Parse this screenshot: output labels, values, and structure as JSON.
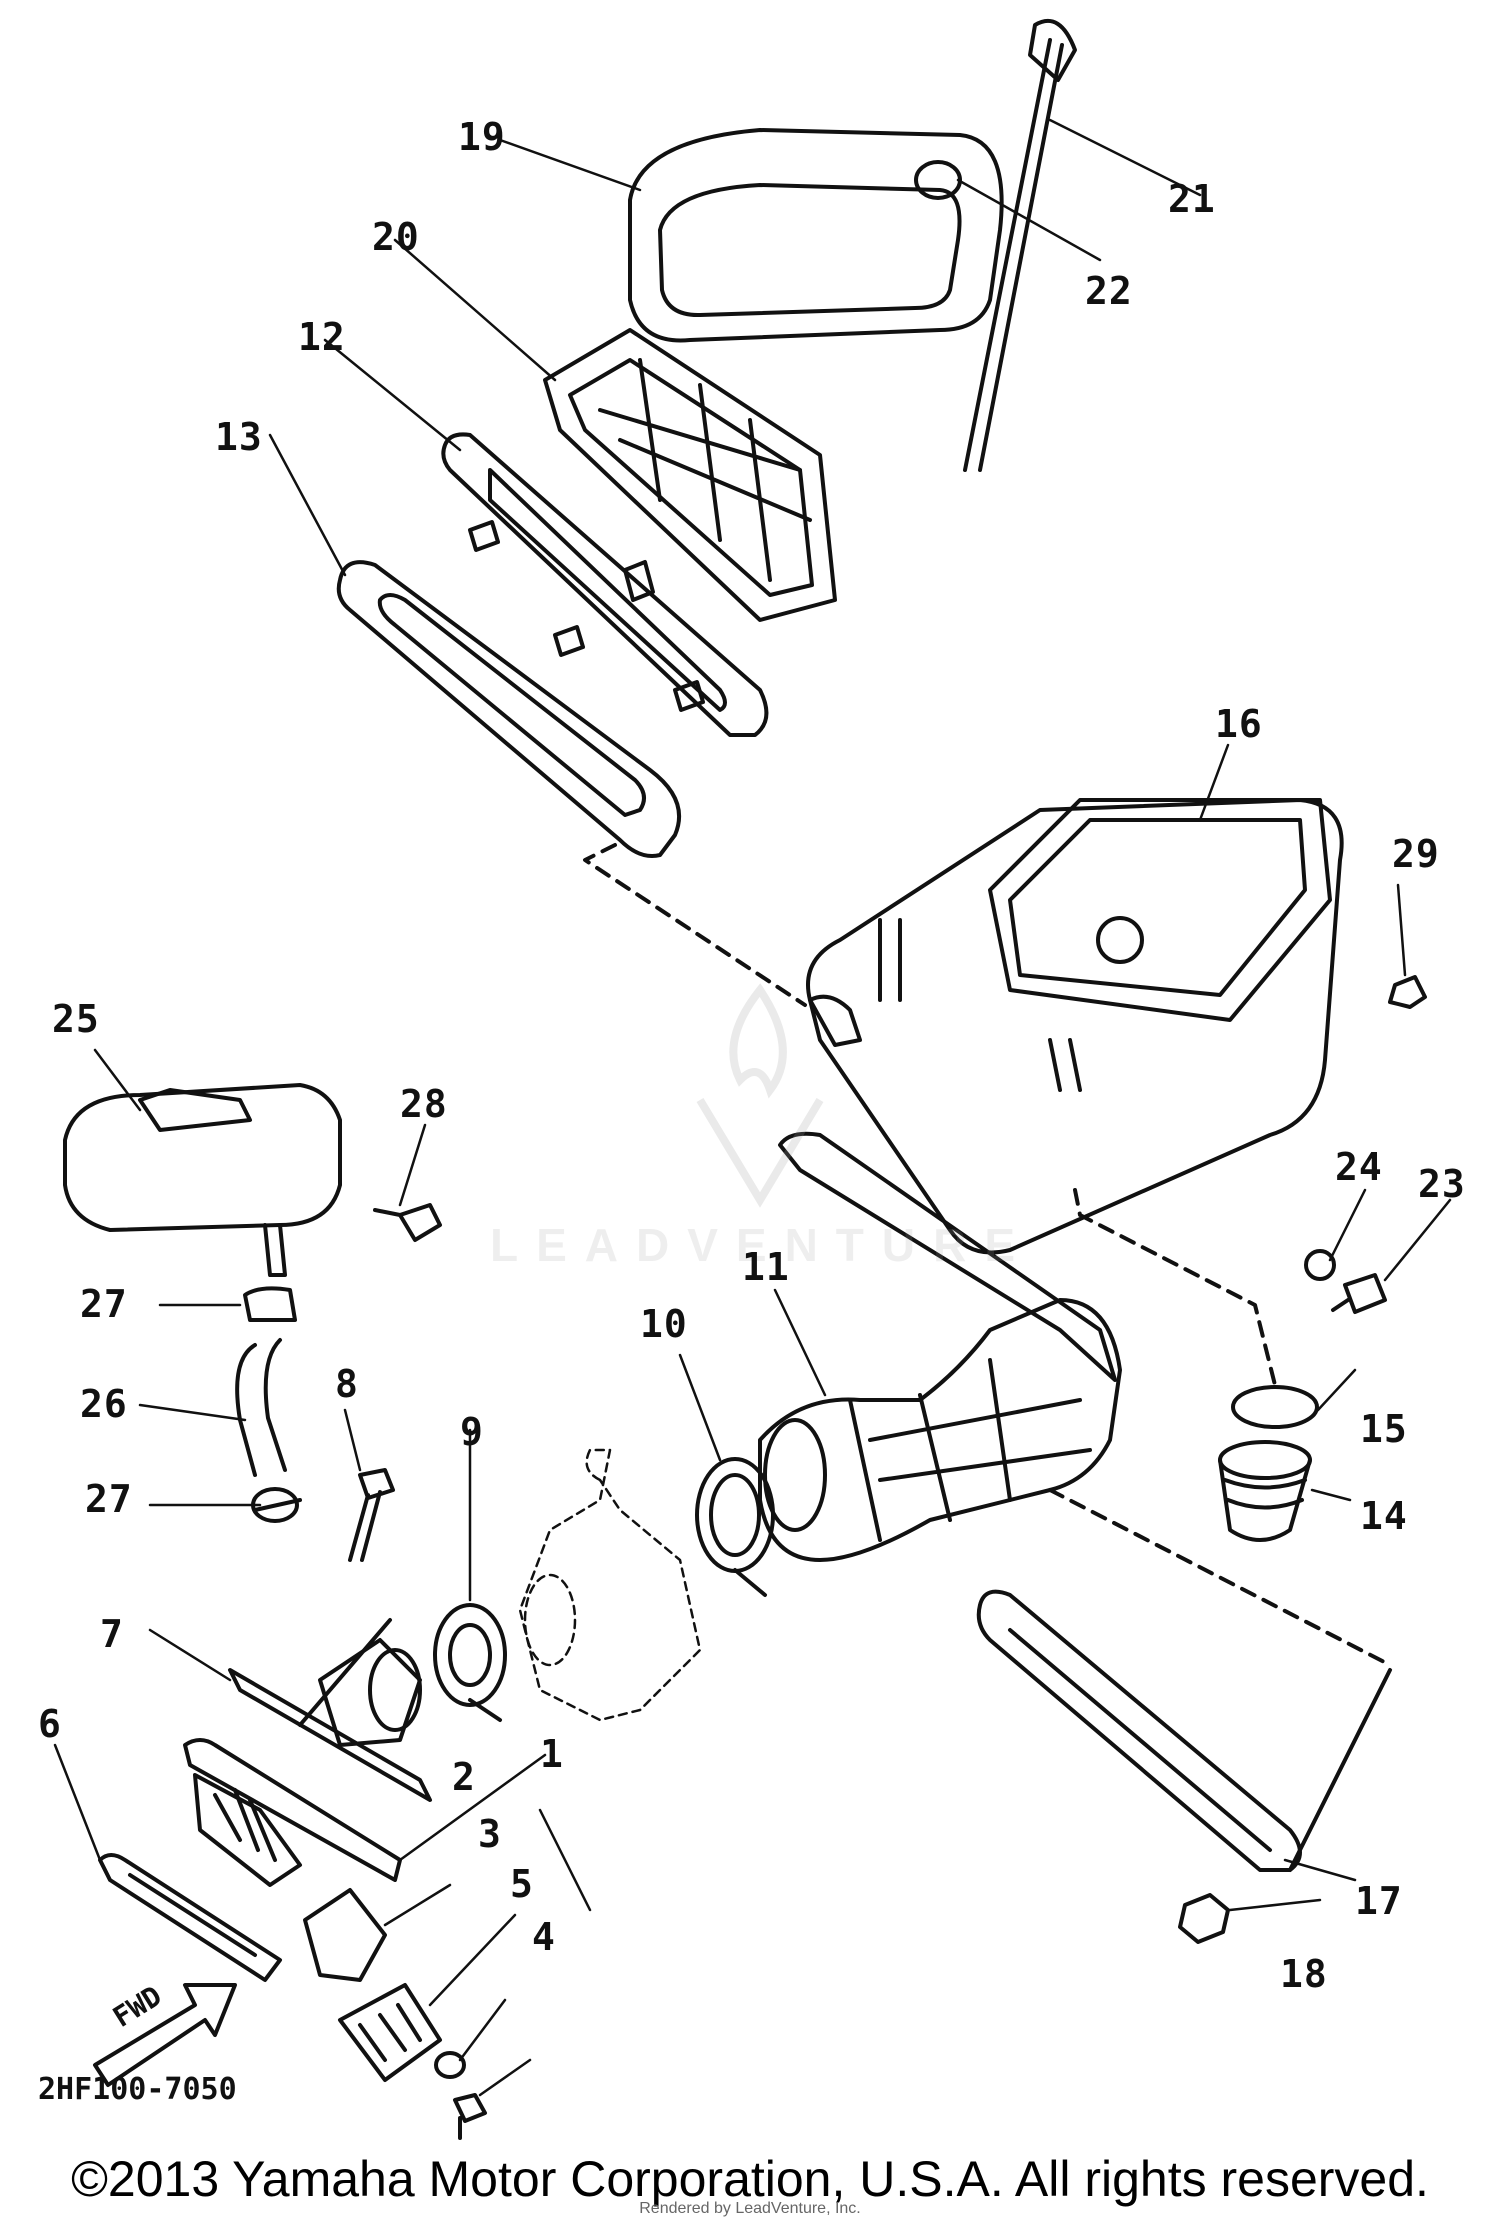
{
  "diagram": {
    "part_code": "2HF100-7050",
    "copyright": "©2013 Yamaha Motor Corporation, U.S.A. All rights reserved.",
    "rendered_by": "Rendered by LeadVenture, Inc.",
    "watermark": "LEADVENTURE",
    "fwd_label": "FWD",
    "callouts": [
      "1",
      "2",
      "3",
      "4",
      "5",
      "6",
      "7",
      "8",
      "9",
      "10",
      "11",
      "12",
      "13",
      "14",
      "15",
      "16",
      "17",
      "18",
      "19",
      "20",
      "21",
      "22",
      "23",
      "24",
      "25",
      "26",
      "27",
      "27",
      "28",
      "29"
    ]
  }
}
